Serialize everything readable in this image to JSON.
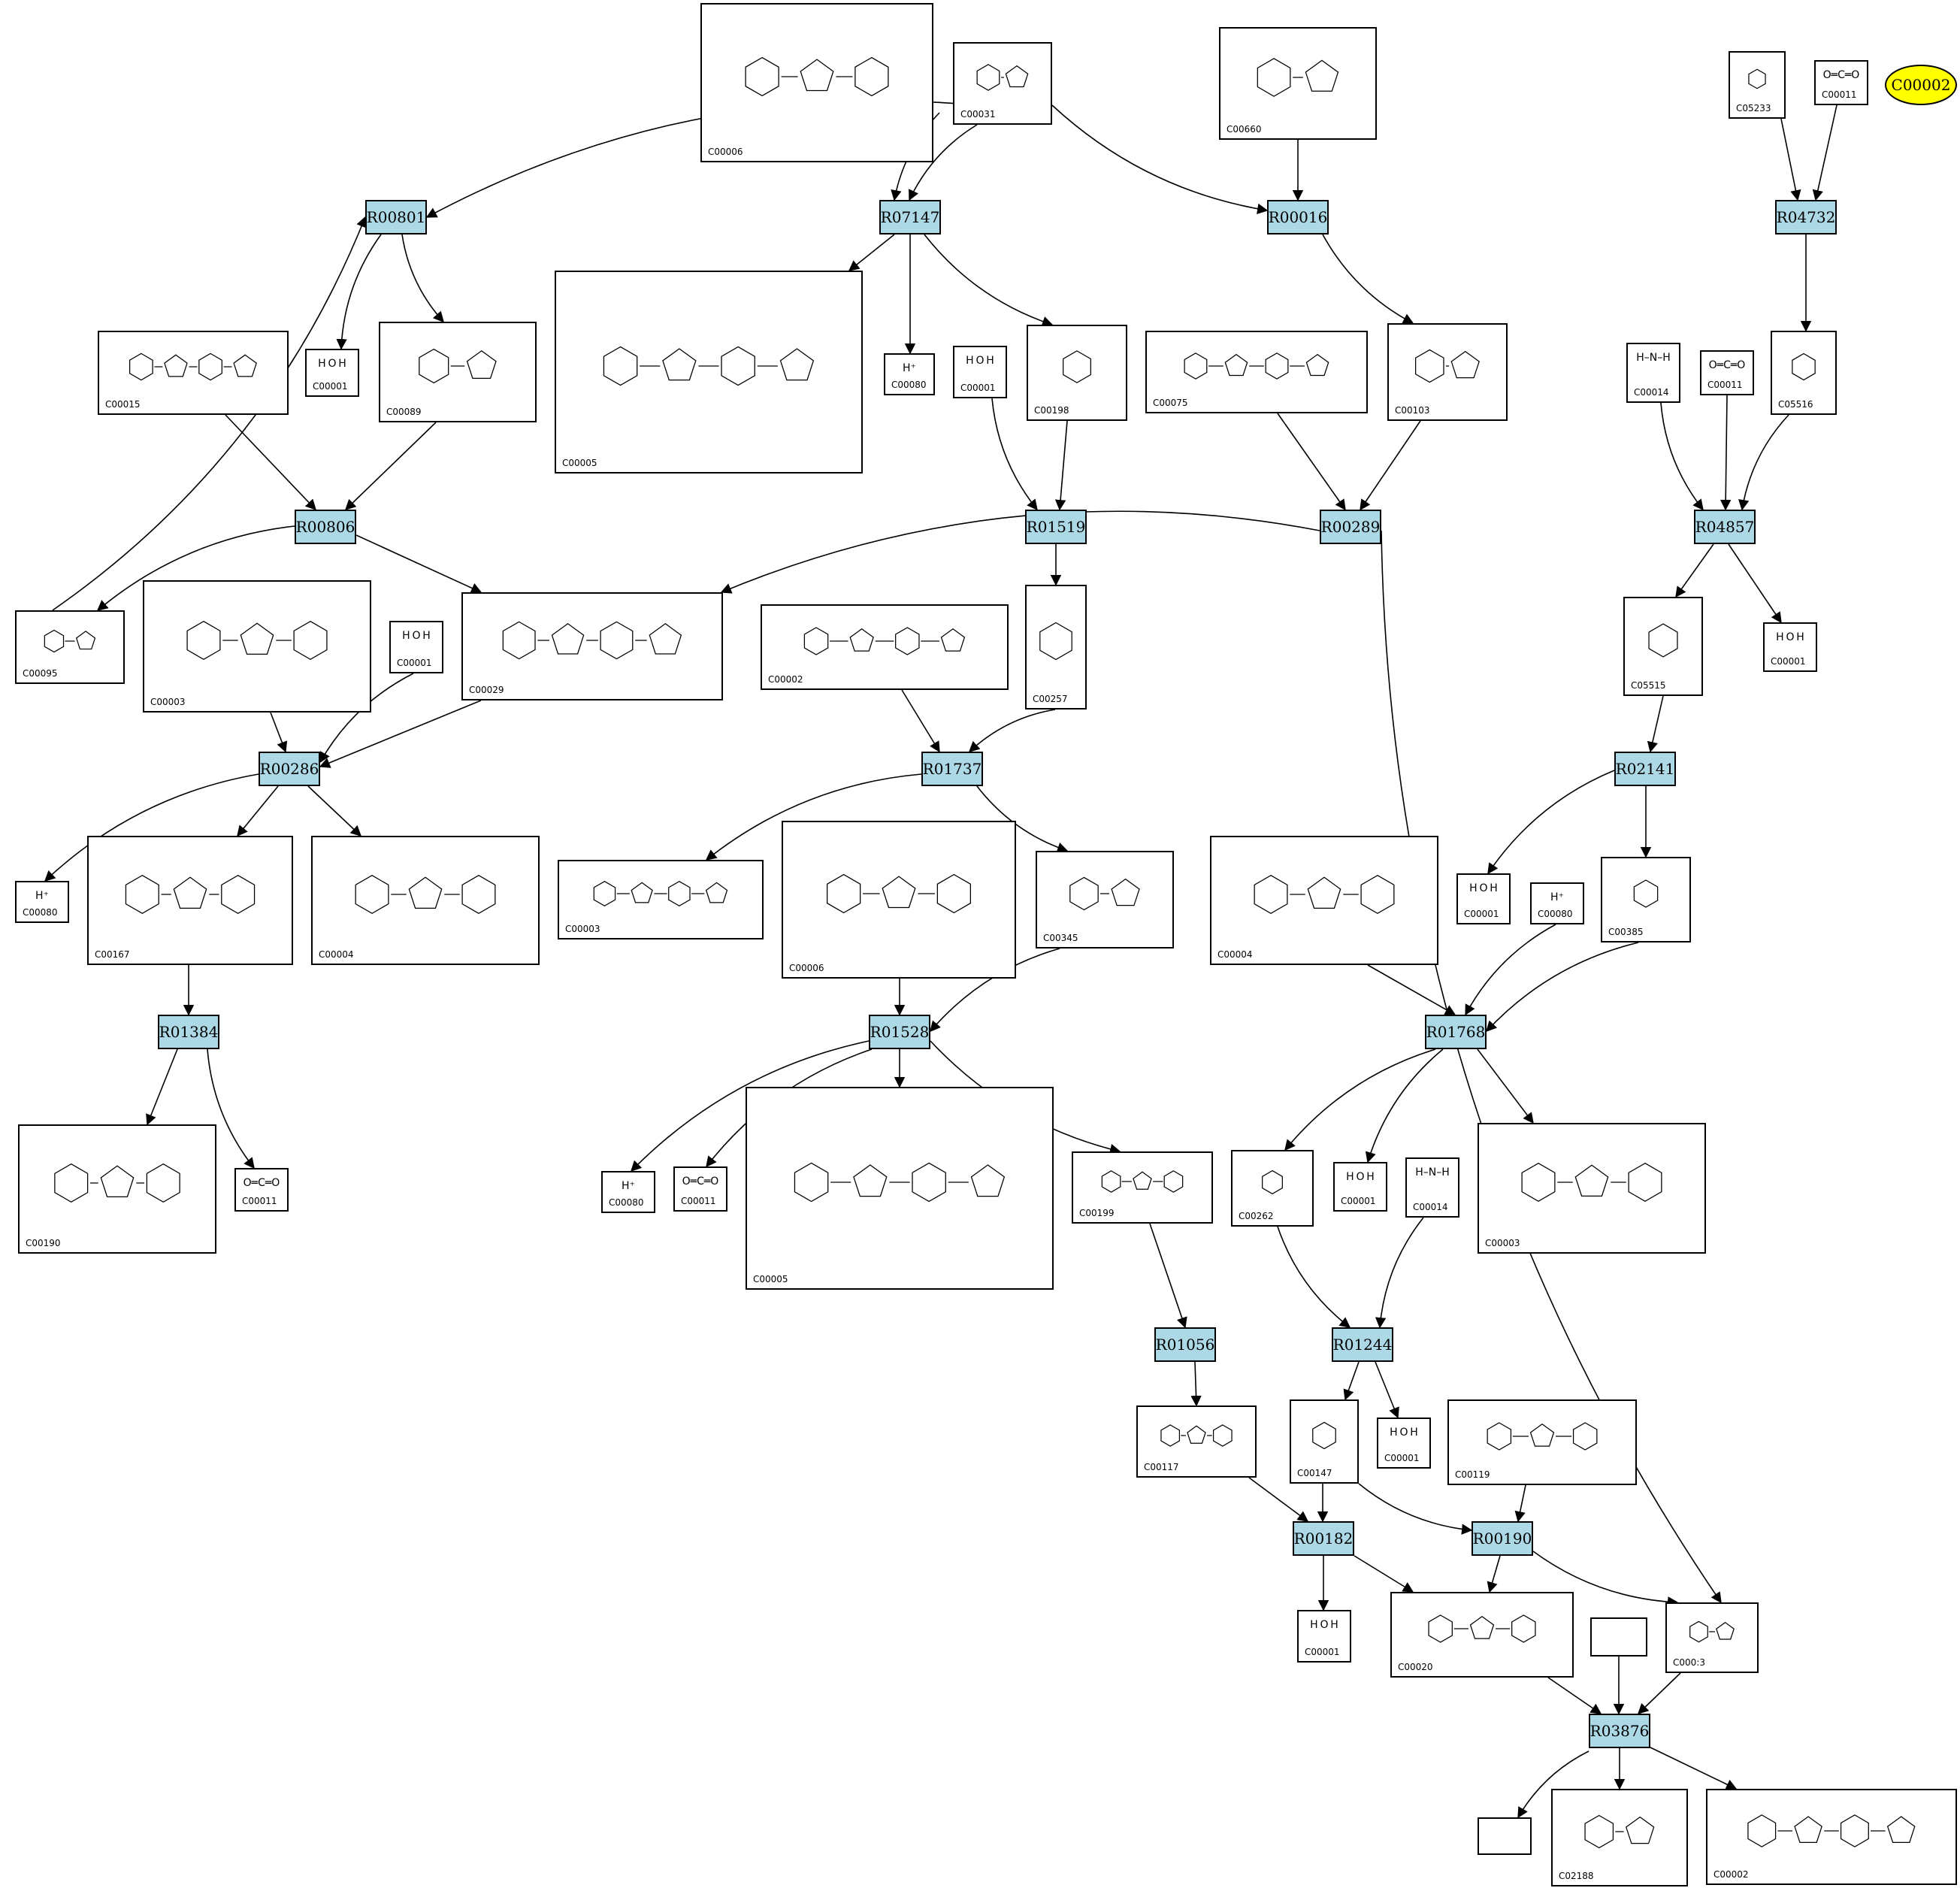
{
  "reactions": [
    {
      "id": "R00801"
    },
    {
      "id": "R07147"
    },
    {
      "id": "R00016"
    },
    {
      "id": "R04732"
    },
    {
      "id": "R00806"
    },
    {
      "id": "R01519"
    },
    {
      "id": "R00289"
    },
    {
      "id": "R04857"
    },
    {
      "id": "R00286"
    },
    {
      "id": "R01737"
    },
    {
      "id": "R02141"
    },
    {
      "id": "R01384"
    },
    {
      "id": "R01528"
    },
    {
      "id": "R01768"
    },
    {
      "id": "R01056"
    },
    {
      "id": "R01244"
    },
    {
      "id": "R00182"
    },
    {
      "id": "R00190"
    },
    {
      "id": "R03876"
    }
  ],
  "compounds": [
    {
      "key": "n_C00006_top",
      "label": "C00006",
      "frag": ""
    },
    {
      "key": "n_C00031",
      "label": "C00031",
      "frag": ""
    },
    {
      "key": "n_C00660",
      "label": "C00660",
      "frag": ""
    },
    {
      "key": "n_C05233",
      "label": "C05233",
      "frag": ""
    },
    {
      "key": "n_C00011_top",
      "label": "C00011",
      "frag": "O═C═O"
    },
    {
      "key": "n_C00005_top",
      "label": "C00005",
      "frag": ""
    },
    {
      "key": "n_C00015",
      "label": "C00015",
      "frag": ""
    },
    {
      "key": "n_C00001_a",
      "label": "C00001",
      "frag": "H O H"
    },
    {
      "key": "n_C00089",
      "label": "C00089",
      "frag": ""
    },
    {
      "key": "n_C00080_a",
      "label": "C00080",
      "frag": "H⁺"
    },
    {
      "key": "n_C00001_b",
      "label": "C00001",
      "frag": "H O H"
    },
    {
      "key": "n_C00198",
      "label": "C00198",
      "frag": ""
    },
    {
      "key": "n_C00075",
      "label": "C00075",
      "frag": ""
    },
    {
      "key": "n_C00103",
      "label": "C00103",
      "frag": ""
    },
    {
      "key": "n_C00014_a",
      "label": "C00014",
      "frag": "H–N–H"
    },
    {
      "key": "n_C00011_b",
      "label": "C00011",
      "frag": "O═C═O"
    },
    {
      "key": "n_C05516",
      "label": "C05516",
      "frag": ""
    },
    {
      "key": "n_C00095",
      "label": "C00095",
      "frag": ""
    },
    {
      "key": "n_C00003_a",
      "label": "C00003",
      "frag": ""
    },
    {
      "key": "n_C00001_c",
      "label": "C00001",
      "frag": "H O H"
    },
    {
      "key": "n_C00029",
      "label": "C00029",
      "frag": ""
    },
    {
      "key": "n_C00002_a",
      "label": "C00002",
      "frag": ""
    },
    {
      "key": "n_C00257",
      "label": "C00257",
      "frag": ""
    },
    {
      "key": "n_C05515",
      "label": "C05515",
      "frag": ""
    },
    {
      "key": "n_C00001_d",
      "label": "C00001",
      "frag": "H O H"
    },
    {
      "key": "n_C00080_b",
      "label": "C00080",
      "frag": "H⁺"
    },
    {
      "key": "n_C00167",
      "label": "C00167",
      "frag": ""
    },
    {
      "key": "n_C00004_a",
      "label": "C00004",
      "frag": ""
    },
    {
      "key": "n_C00003_b",
      "label": "C00003",
      "frag": ""
    },
    {
      "key": "n_C00006_mid",
      "label": "C00006",
      "frag": ""
    },
    {
      "key": "n_C00345",
      "label": "C00345",
      "frag": ""
    },
    {
      "key": "n_C00004_b",
      "label": "C00004",
      "frag": ""
    },
    {
      "key": "n_C00001_e",
      "label": "C00001",
      "frag": "H O H"
    },
    {
      "key": "n_C00080_c",
      "label": "C00080",
      "frag": "H⁺"
    },
    {
      "key": "n_C00385",
      "label": "C00385",
      "frag": ""
    },
    {
      "key": "n_C00190",
      "label": "C00190",
      "frag": ""
    },
    {
      "key": "n_C00011_c",
      "label": "C00011",
      "frag": "O═C═O"
    },
    {
      "key": "n_C00080_d",
      "label": "C00080",
      "frag": "H⁺"
    },
    {
      "key": "n_C00011_d",
      "label": "C00011",
      "frag": "O═C═O"
    },
    {
      "key": "n_C00005_mid",
      "label": "C00005",
      "frag": ""
    },
    {
      "key": "n_C00199",
      "label": "C00199",
      "frag": ""
    },
    {
      "key": "n_C00262",
      "label": "C00262",
      "frag": ""
    },
    {
      "key": "n_C00001_f",
      "label": "C00001",
      "frag": "H O H"
    },
    {
      "key": "n_C00014_b",
      "label": "C00014",
      "frag": "H–N–H"
    },
    {
      "key": "n_C00003_c",
      "label": "C00003",
      "frag": ""
    },
    {
      "key": "n_C00117",
      "label": "C00117",
      "frag": ""
    },
    {
      "key": "n_C00147",
      "label": "C00147",
      "frag": ""
    },
    {
      "key": "n_C00001_g",
      "label": "C00001",
      "frag": "H O H"
    },
    {
      "key": "n_C00119",
      "label": "C00119",
      "frag": ""
    },
    {
      "key": "n_C00001_h",
      "label": "C00001",
      "frag": "H O H"
    },
    {
      "key": "n_C00020",
      "label": "C00020",
      "frag": ""
    },
    {
      "key": "n_blank_a",
      "label": "",
      "frag": ""
    },
    {
      "key": "n_C00013",
      "label": "C000:3",
      "frag": ""
    },
    {
      "key": "n_blank_b",
      "label": "",
      "frag": ""
    },
    {
      "key": "n_C02188",
      "label": "C02188",
      "frag": ""
    },
    {
      "key": "n_C00002_b",
      "label": "C00002",
      "frag": ""
    }
  ],
  "highlight": {
    "label": "C00002",
    "color": "#ffff00"
  },
  "colors": {
    "reaction_fill": "#add8e6",
    "edge": "#000000"
  }
}
